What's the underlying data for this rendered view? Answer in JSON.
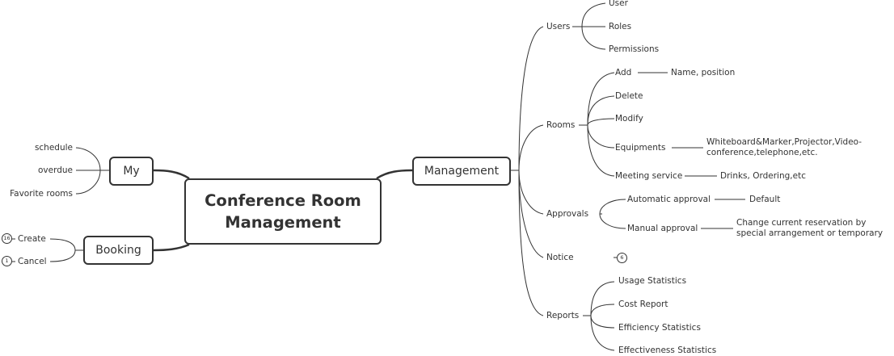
{
  "root": {
    "label": "Conference Room Management"
  },
  "my": {
    "label": "My",
    "children": [
      "schedule",
      "overdue",
      "Favorite rooms"
    ]
  },
  "booking": {
    "label": "Booking",
    "children": [
      {
        "label": "Create",
        "badge": "16"
      },
      {
        "label": "Cancel",
        "badge": "1"
      }
    ]
  },
  "management": {
    "label": "Management",
    "users": {
      "label": "Users",
      "children": [
        "User",
        "Roles",
        "Permissions"
      ]
    },
    "rooms": {
      "label": "Rooms",
      "children": [
        {
          "label": "Add",
          "detail": "Name,  position"
        },
        {
          "label": "Delete"
        },
        {
          "label": "Modify"
        },
        {
          "label": "Equipments",
          "detail": "Whiteboard&Marker,Projector,Video-conference,telephone,etc."
        },
        {
          "label": "Meeting service",
          "detail": "Drinks, Ordering,etc"
        }
      ]
    },
    "approvals": {
      "label": "Approvals",
      "children": [
        {
          "label": "Automatic approval",
          "detail": "Default"
        },
        {
          "label": "Manual approval",
          "detail": "Change current reservation by special arrangement or temporary"
        }
      ]
    },
    "notice": {
      "label": "Notice",
      "badge": "6"
    },
    "reports": {
      "label": "Reports",
      "children": [
        "Usage Statistics",
        "Cost Report",
        "Efficiency Statistics",
        "Effectiveness Statistics"
      ]
    }
  }
}
